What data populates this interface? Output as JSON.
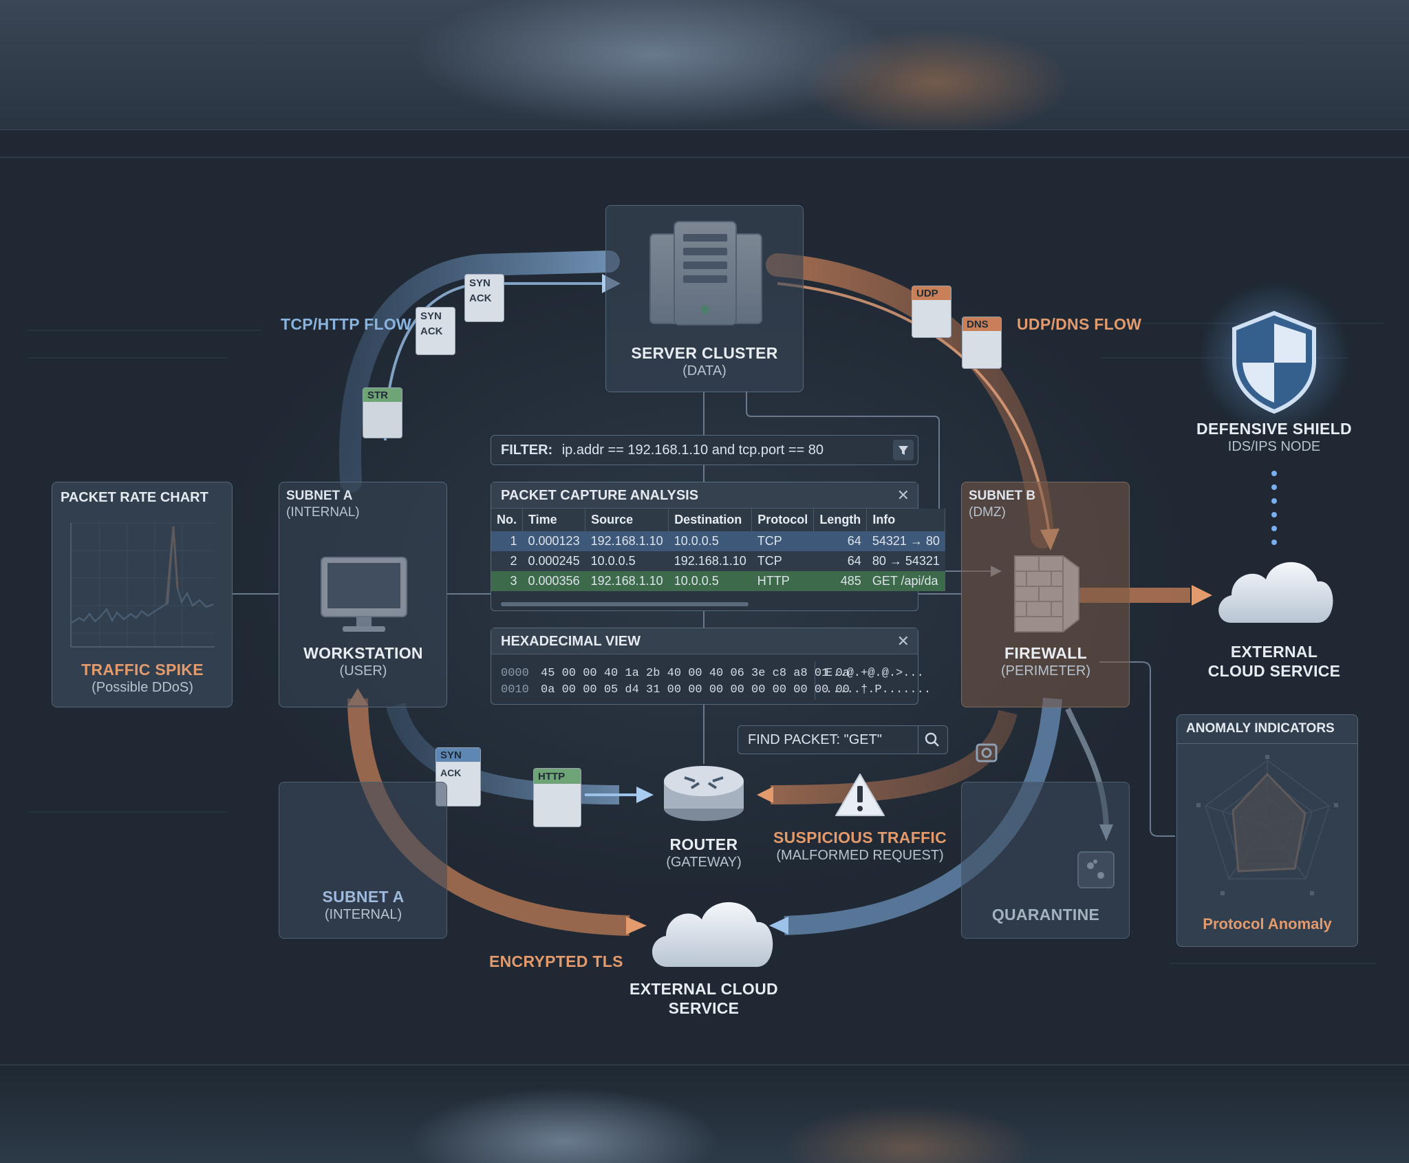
{
  "flows": {
    "tcp_http": "TCP/HTTP FLOW",
    "udp_dns": "UDP/DNS FLOW",
    "encrypted_tls": "ENCRYPTED TLS"
  },
  "server": {
    "title": "SERVER CLUSTER",
    "subtitle": "(DATA)"
  },
  "shield": {
    "title": "DEFENSIVE SHIELD",
    "subtitle": "IDS/IPS NODE"
  },
  "packet_chart": {
    "title": "PACKET RATE CHART",
    "alert": "TRAFFIC SPIKE",
    "alert_sub": "(Possible DDoS)"
  },
  "subnet_a_top": {
    "title": "SUBNET A",
    "subtitle": "(INTERNAL)"
  },
  "workstation": {
    "title": "WORKSTATION",
    "subtitle": "(USER)"
  },
  "subnet_b": {
    "title": "SUBNET B",
    "subtitle": "(DMZ)"
  },
  "firewall": {
    "title": "FIREWALL",
    "subtitle": "(PERIMETER)"
  },
  "external_cloud_right": {
    "line1": "EXTERNAL",
    "line2": "CLOUD SERVICE"
  },
  "filter": {
    "label": "FILTER:",
    "value": "ip.addr == 192.168.1.10 and tcp.port == 80"
  },
  "capture": {
    "title": "PACKET CAPTURE ANALYSIS",
    "columns": [
      "No.",
      "Time",
      "Source",
      "Destination",
      "Protocol",
      "Length",
      "Info"
    ],
    "rows": [
      [
        "1",
        "0.000123",
        "192.168.1.10",
        "10.0.0.5",
        "TCP",
        "64",
        "54321 → 80"
      ],
      [
        "2",
        "0.000245",
        "10.0.0.5",
        "192.168.1.10",
        "TCP",
        "64",
        "80 → 54321"
      ],
      [
        "3",
        "0.000356",
        "192.168.1.10",
        "10.0.0.5",
        "HTTP",
        "485",
        "GET /api/da"
      ]
    ]
  },
  "hexview": {
    "title": "HEXADECIMAL VIEW",
    "rows": [
      {
        "offset": "0000",
        "bytes": "45 00 00 40 1a 2b 40 00 40 06 3e c8 a8 01 0a",
        "ascii": "E..@.+@.@.>..."
      },
      {
        "offset": "0010",
        "bytes": "0a 00 00 05 d4 31 00 00 00 00 00 00 00 00 00",
        "ascii": ".....†.P......."
      }
    ]
  },
  "find": {
    "label": "FIND PACKET: \"GET\""
  },
  "anomaly": {
    "title": "ANOMALY INDICATORS",
    "label": "Protocol Anomaly"
  },
  "router": {
    "title": "ROUTER",
    "subtitle": "(GATEWAY)"
  },
  "suspicious": {
    "title": "SUSPICIOUS TRAFFIC",
    "subtitle": "(MALFORMED REQUEST)"
  },
  "subnet_a_bottom": {
    "title": "SUBNET A",
    "subtitle": "(INTERNAL)"
  },
  "quarantine": {
    "title": "QUARANTINE"
  },
  "external_cloud_bottom": {
    "line1": "EXTERNAL CLOUD",
    "line2": "SERVICE"
  },
  "packet_tags": {
    "syn": "SYN",
    "ack": "ACK",
    "udp": "UDP",
    "dns": "DNS",
    "http": "HTTP",
    "str": "STR"
  },
  "colors": {
    "orange": "#d98b5c",
    "blue": "#7fa9d6",
    "panel": "#384656"
  }
}
